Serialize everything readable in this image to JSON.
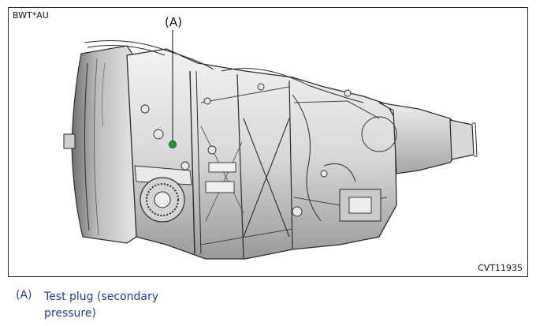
{
  "figure": {
    "code_top_left": "BWT*AU",
    "code_bottom_right": "CVT11935",
    "callout": "(A)"
  },
  "legend": [
    {
      "key": "(A)",
      "text": "Test plug (secondary pressure)"
    }
  ],
  "colors": {
    "legend_text": "#1f3f99",
    "test_plug_marker": "#1e9a3c",
    "line_art": "#2b2b2b"
  }
}
